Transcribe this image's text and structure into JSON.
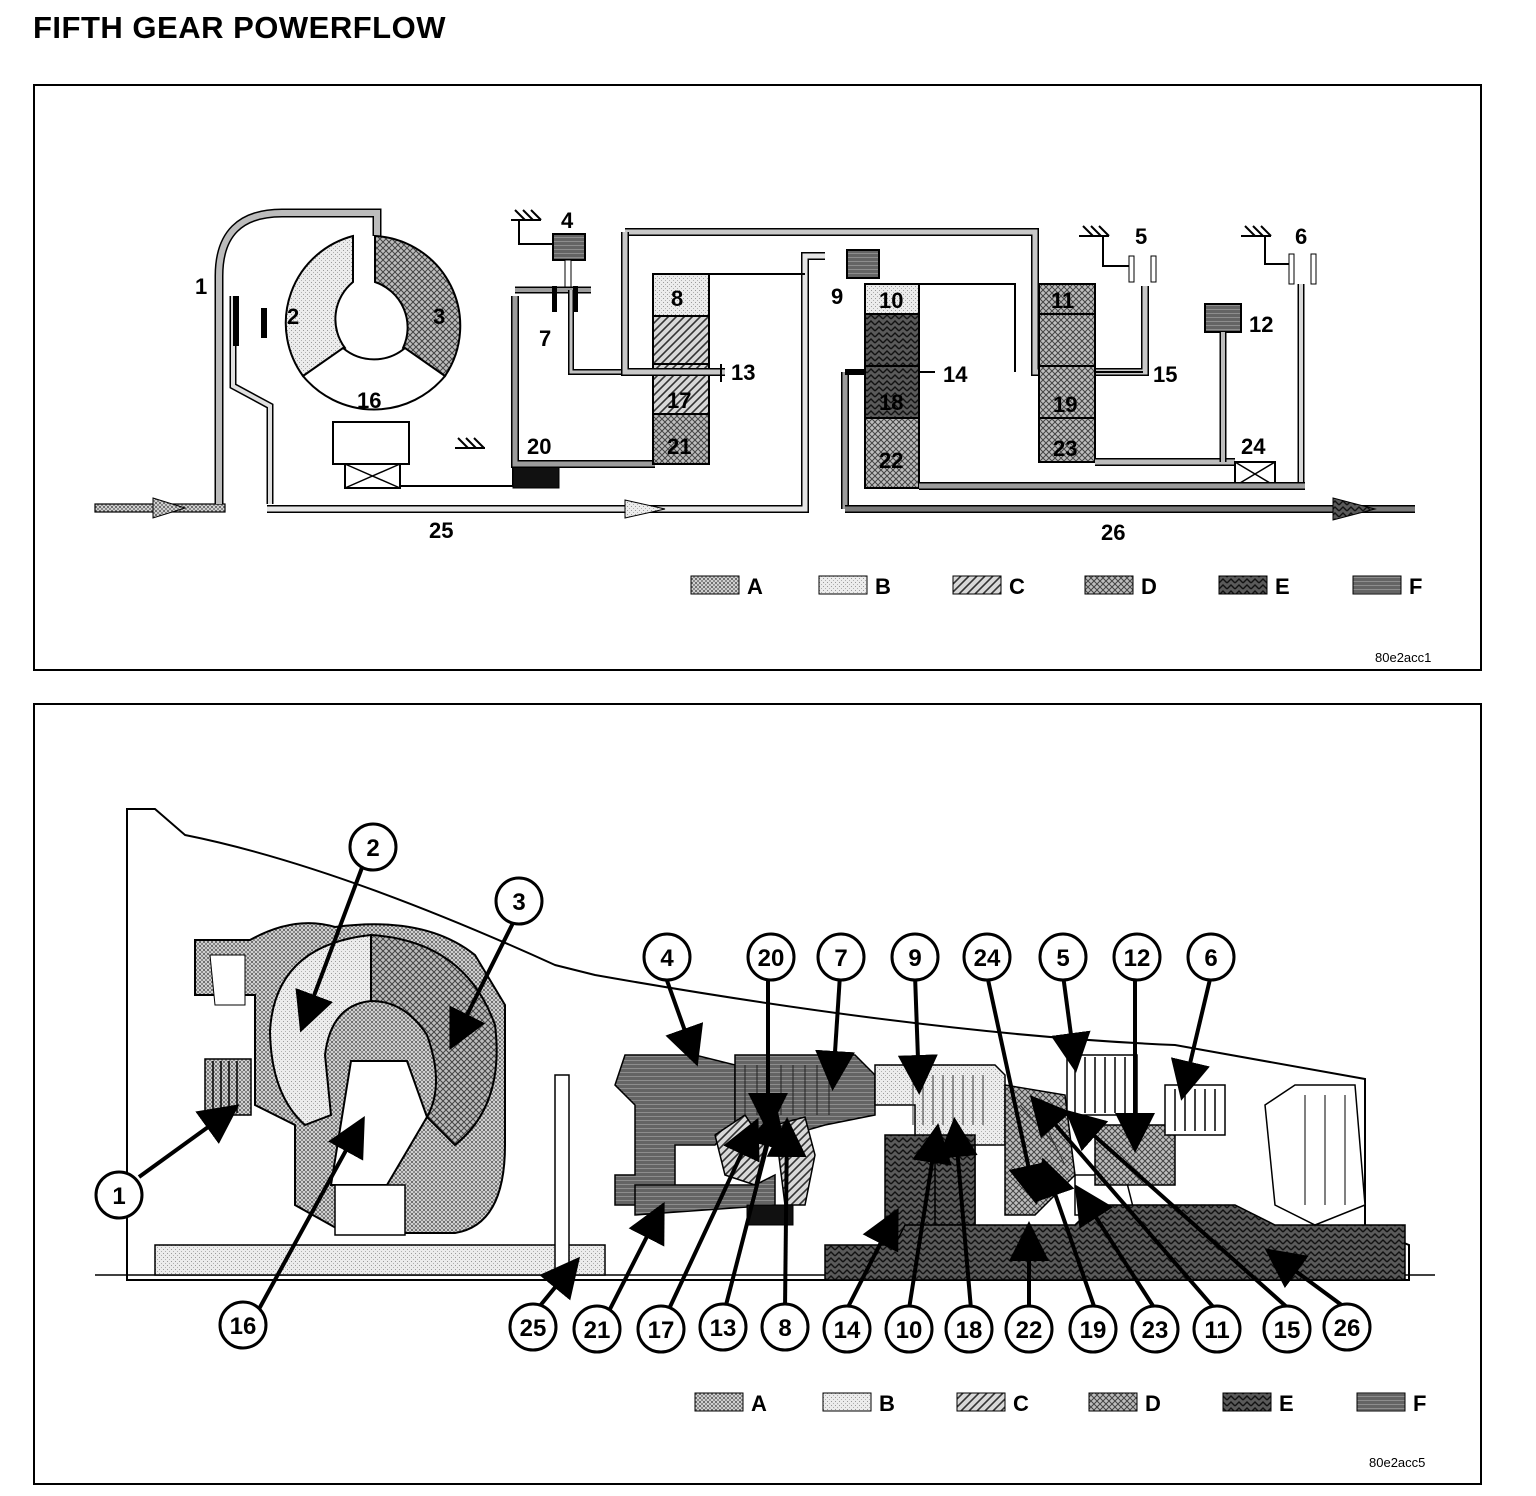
{
  "title": "FIFTH GEAR POWERFLOW",
  "legend_keys": [
    "A",
    "B",
    "C",
    "D",
    "E",
    "F"
  ],
  "schematic": {
    "labels": [
      "1",
      "2",
      "3",
      "4",
      "5",
      "6",
      "7",
      "8",
      "9",
      "10",
      "11",
      "12",
      "13",
      "14",
      "15",
      "16",
      "17",
      "18",
      "19",
      "20",
      "21",
      "22",
      "23",
      "24",
      "25",
      "26"
    ],
    "code": "80e2acc1"
  },
  "cutaway": {
    "callouts": [
      "2",
      "3",
      "4",
      "20",
      "7",
      "9",
      "24",
      "5",
      "12",
      "6",
      "1",
      "16",
      "25",
      "21",
      "17",
      "13",
      "8",
      "14",
      "10",
      "18",
      "22",
      "19",
      "23",
      "11",
      "15",
      "26"
    ],
    "code": "80e2acc5"
  },
  "fill_colors": {
    "A": "#9a9a9a",
    "B": "#e4e4e4",
    "C": "#b4b4b4",
    "D": "#7a7a7a",
    "E": "#4a4a4a",
    "F": "#6a6a6a"
  }
}
